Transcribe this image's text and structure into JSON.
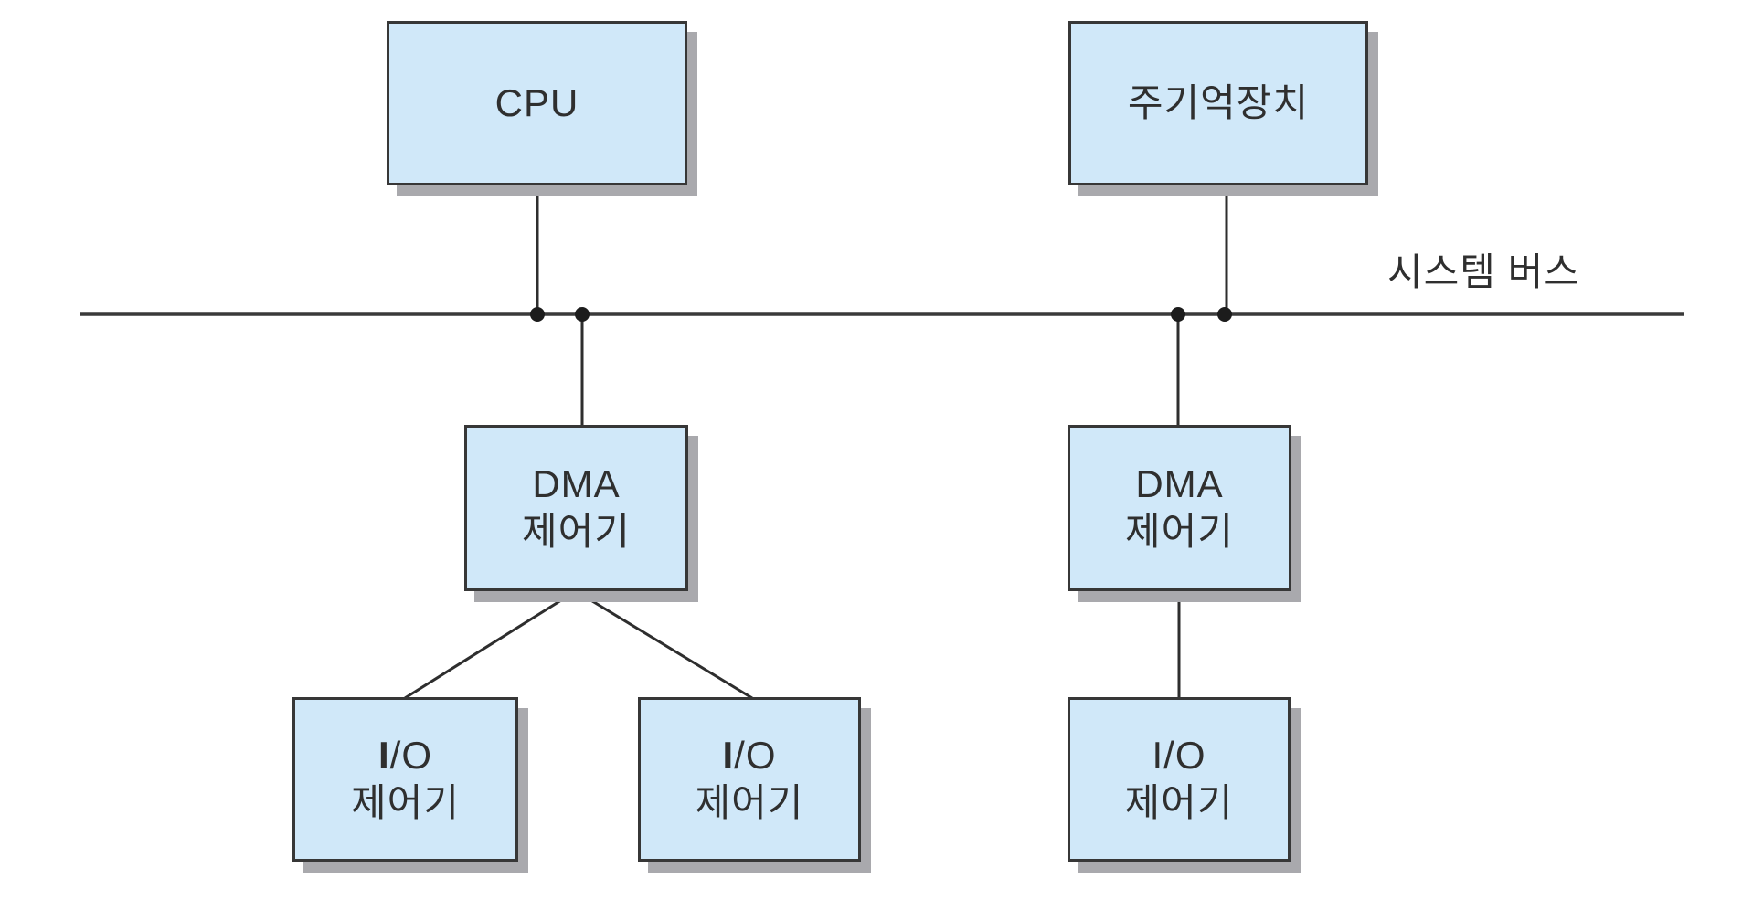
{
  "diagram": {
    "system_bus_label": "시스템 버스",
    "nodes": {
      "cpu": {
        "label": "CPU"
      },
      "memory": {
        "label": "주기억장치"
      },
      "dma_left": {
        "line1": "DMA",
        "line2": "제어기"
      },
      "dma_right": {
        "line1": "DMA",
        "line2": "제어기"
      },
      "io_left": {
        "line1_bold": "I",
        "line1_rest": "/O",
        "line2": "제어기"
      },
      "io_middle": {
        "line1_bold": "I",
        "line1_rest": "/O",
        "line2": "제어기"
      },
      "io_right": {
        "line1": "I/O",
        "line2": "제어기"
      }
    },
    "colors": {
      "box_fill": "#d0e8f9",
      "box_border": "#373737",
      "box_shadow": "#a9a9ad",
      "wire": "#2e2e2e",
      "bus_line": "#3a3a3a",
      "text": "#2f2f2f",
      "background": "#ffffff"
    }
  }
}
